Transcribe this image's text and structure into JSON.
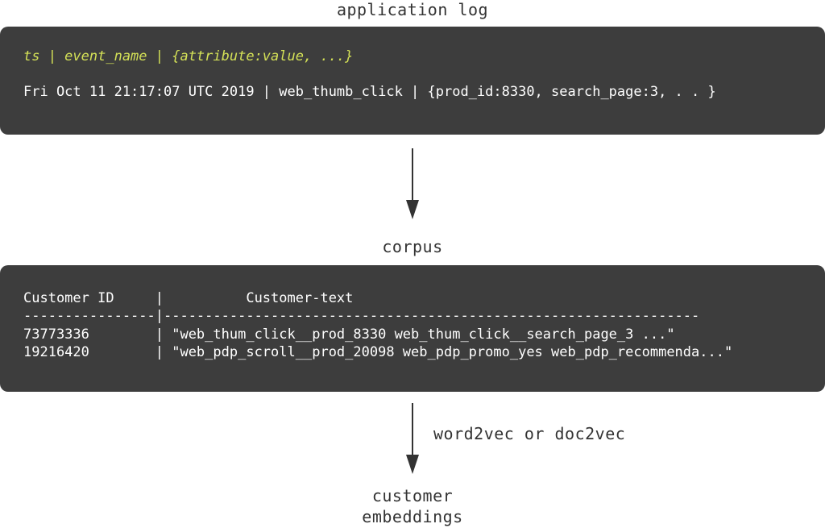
{
  "application_log": {
    "title": "application log",
    "schema_line": "ts | event_name | {attribute:value, ...}",
    "example_line": "Fri Oct 11 21:17:07 UTC 2019 | web_thumb_click | {prod_id:8330, search_page:3, . . }"
  },
  "corpus": {
    "title": "corpus",
    "header_line": "Customer ID     |          Customer-text",
    "separator_line": "----------------|-----------------------------------------------------------------",
    "rows": [
      "73773336        | \"web_thum_click__prod_8330 web_thum_click__search_page_3 ...\"",
      "19216420        | \"web_pdp_scroll__prod_20098 web_pdp_promo_yes web_pdp_recommenda...\""
    ]
  },
  "transform_label": "word2vec or doc2vec",
  "output": {
    "line1": "customer",
    "line2": "embeddings"
  },
  "colors": {
    "panel_bg": "#3d3d3d",
    "schema_text": "#d4e157",
    "panel_text": "#ffffff",
    "page_text": "#333333"
  }
}
